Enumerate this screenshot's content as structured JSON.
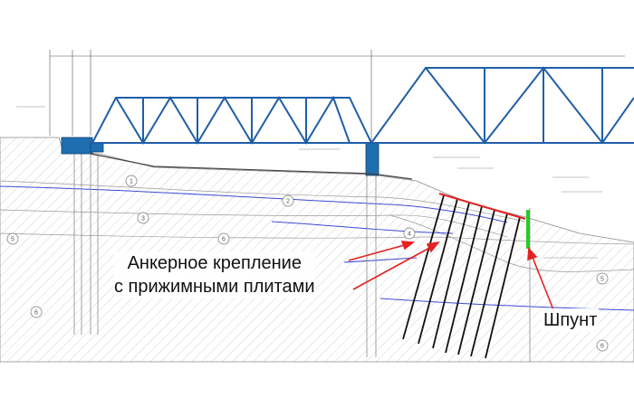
{
  "drawing": {
    "background_color": "#ffffff",
    "truss_color": "#1f5fa8",
    "pier_color": "#1f6fb0",
    "arrow_color": "#e32222",
    "sheet_pile_color": "#22cc22",
    "water_line_color": "#3b4cd6",
    "anchor_color": "#111111",
    "soil_layer_numbers": [
      "1",
      "2",
      "3",
      "4",
      "5",
      "6",
      "6",
      "6",
      "5"
    ]
  },
  "callouts": {
    "anchor": {
      "line1": "Анкерное крепление",
      "line2": "с прижимными плитами"
    },
    "sheet_pile": "Шпунт"
  }
}
